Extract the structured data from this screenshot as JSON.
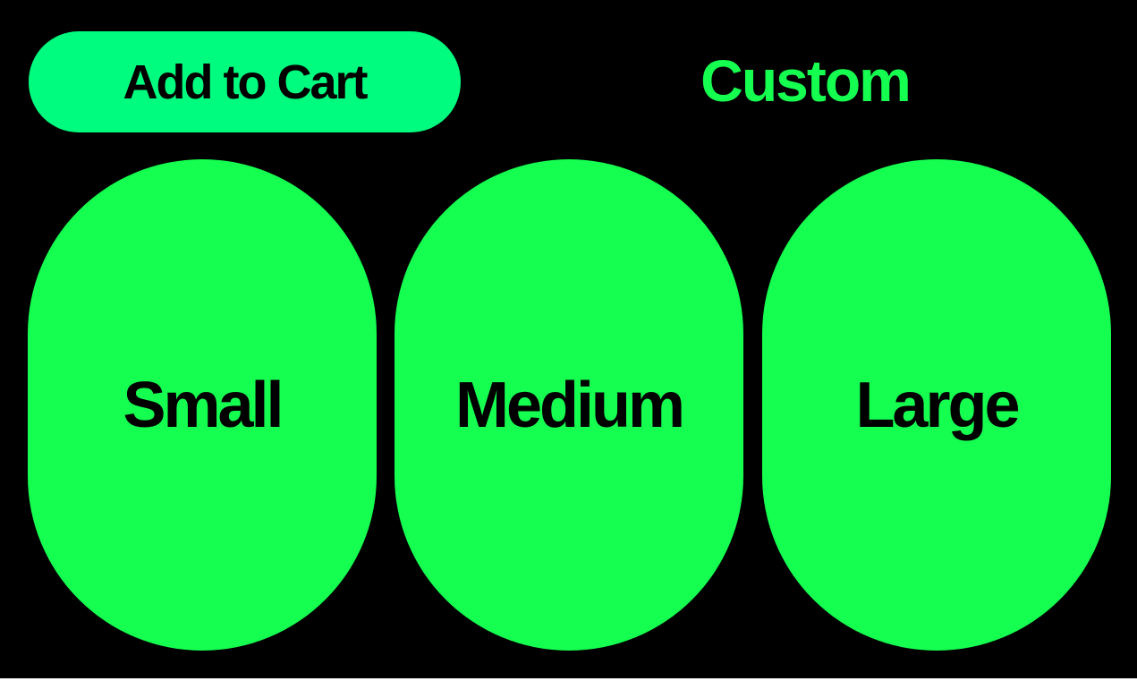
{
  "colors": {
    "background": "#000000",
    "cart_button_bg": "#00fc7e",
    "accent_green": "#15ff50",
    "button_text": "#000000"
  },
  "actions": {
    "add_to_cart_label": "Add to Cart",
    "custom_label": "Custom"
  },
  "sizes": {
    "options": [
      {
        "label": "Small"
      },
      {
        "label": "Medium"
      },
      {
        "label": "Large"
      }
    ]
  }
}
